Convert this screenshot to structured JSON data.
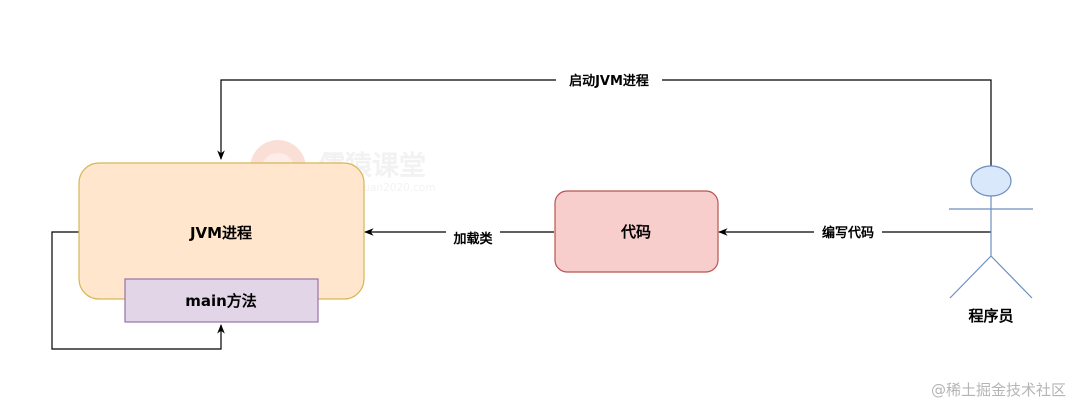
{
  "nodes": {
    "jvm_process": "JVM进程",
    "main_method": "main方法",
    "code": "代码",
    "programmer": "程序员"
  },
  "edges": {
    "start_jvm": "启动JVM进程",
    "load_class": "加载类",
    "write_code": "编写代码"
  },
  "watermark": {
    "name": "儒猿课堂",
    "url": "www.ruyuan2020.com"
  },
  "footer": {
    "credit": "@稀土掘金技术社区"
  },
  "colors": {
    "jvm_fill": "#ffe6cc",
    "jvm_stroke": "#d6b656",
    "main_fill": "#e1d5e7",
    "main_stroke": "#9673a6",
    "code_fill": "#f8cecc",
    "code_stroke": "#b85450",
    "actor_fill": "#dae8fc",
    "actor_stroke": "#6c8ebf"
  }
}
